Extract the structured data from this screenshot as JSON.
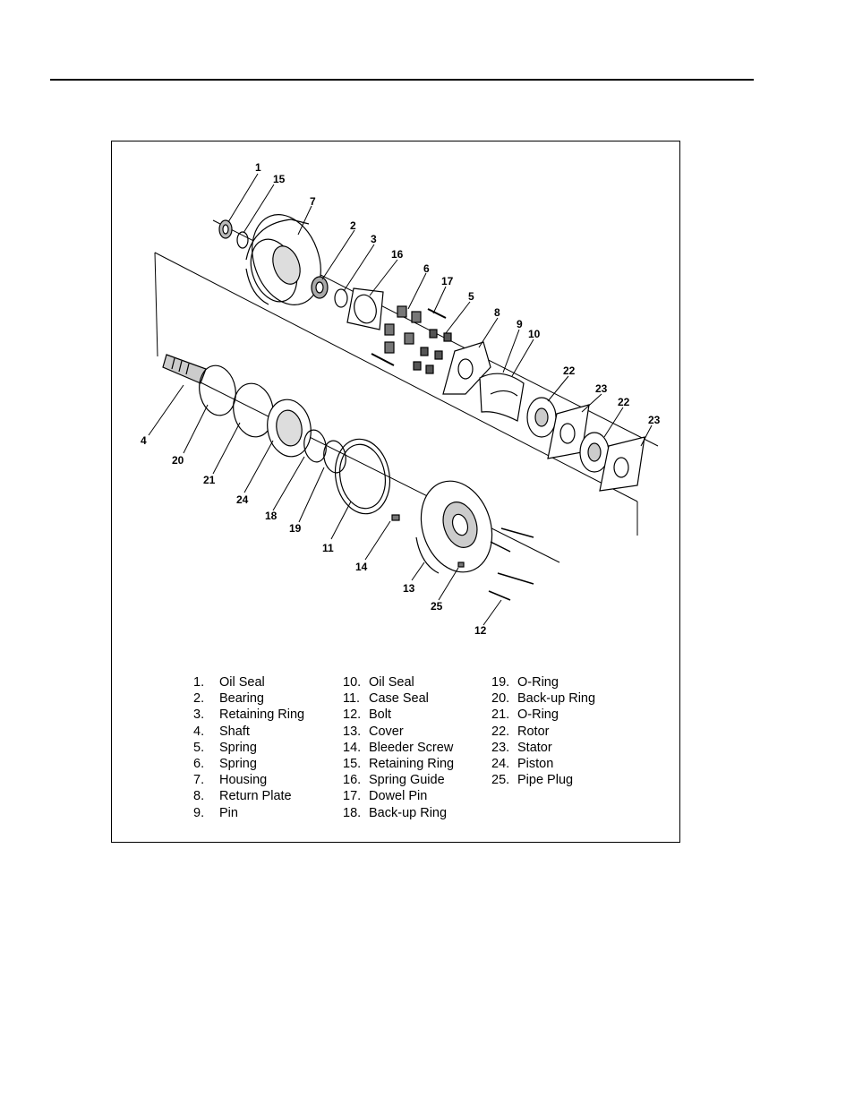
{
  "callouts": {
    "c1": "1",
    "c15": "15",
    "c7": "7",
    "c2": "2",
    "c3": "3",
    "c16": "16",
    "c6": "6",
    "c17": "17",
    "c5": "5",
    "c8": "8",
    "c9": "9",
    "c10": "10",
    "c22a": "22",
    "c23a": "23",
    "c22b": "22",
    "c23b": "23",
    "c4": "4",
    "c20": "20",
    "c21": "21",
    "c24": "24",
    "c18": "18",
    "c19": "19",
    "c11": "11",
    "c14": "14",
    "c13": "13",
    "c25": "25",
    "c12": "12"
  },
  "legend": {
    "col1": [
      {
        "num": "1.",
        "name": "Oil Seal"
      },
      {
        "num": "2.",
        "name": "Bearing"
      },
      {
        "num": "3.",
        "name": "Retaining Ring"
      },
      {
        "num": "4.",
        "name": "Shaft"
      },
      {
        "num": "5.",
        "name": "Spring"
      },
      {
        "num": "6.",
        "name": "Spring"
      },
      {
        "num": "7.",
        "name": "Housing"
      },
      {
        "num": "8.",
        "name": "Return Plate"
      },
      {
        "num": "9.",
        "name": "Pin"
      }
    ],
    "col2": [
      {
        "num": "10.",
        "name": "Oil Seal"
      },
      {
        "num": "11.",
        "name": "Case Seal"
      },
      {
        "num": "12.",
        "name": "Bolt"
      },
      {
        "num": "13.",
        "name": "Cover"
      },
      {
        "num": "14.",
        "name": "Bleeder Screw"
      },
      {
        "num": "15.",
        "name": "Retaining Ring"
      },
      {
        "num": "16.",
        "name": "Spring Guide"
      },
      {
        "num": "17.",
        "name": "Dowel Pin"
      },
      {
        "num": "18.",
        "name": "Back-up Ring"
      }
    ],
    "col3": [
      {
        "num": "19.",
        "name": "O-Ring"
      },
      {
        "num": "20.",
        "name": "Back-up Ring"
      },
      {
        "num": "21.",
        "name": "O-Ring"
      },
      {
        "num": "22.",
        "name": "Rotor"
      },
      {
        "num": "23.",
        "name": "Stator"
      },
      {
        "num": "24.",
        "name": "Piston"
      },
      {
        "num": "25.",
        "name": "Pipe Plug"
      }
    ]
  }
}
